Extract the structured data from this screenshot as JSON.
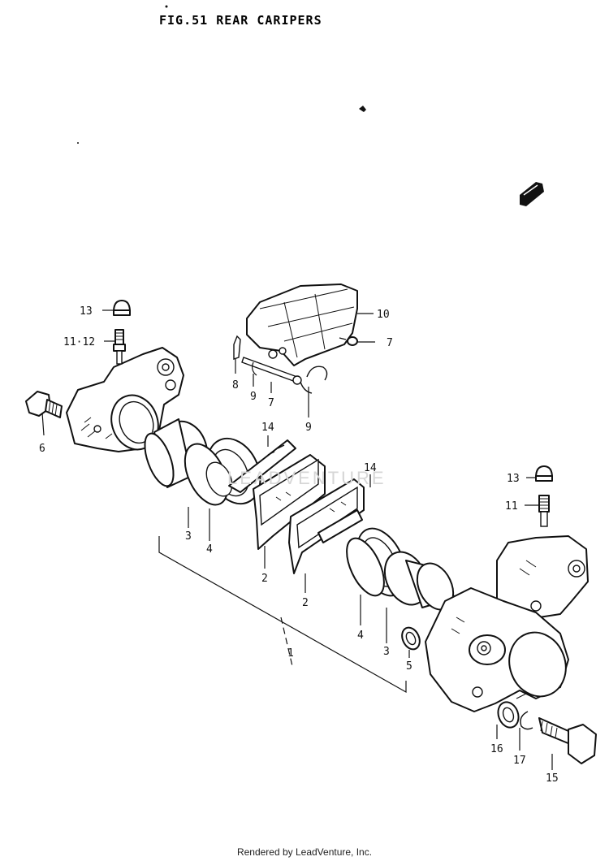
{
  "figure": {
    "title": "FIG.51  REAR CARIPERS"
  },
  "callouts": [
    {
      "id": "13a",
      "label": "13"
    },
    {
      "id": "1112",
      "label": "11·12"
    },
    {
      "id": "6",
      "label": "6"
    },
    {
      "id": "10",
      "label": "10"
    },
    {
      "id": "7a",
      "label": "7"
    },
    {
      "id": "8",
      "label": "8"
    },
    {
      "id": "9a",
      "label": "9"
    },
    {
      "id": "7b",
      "label": "7"
    },
    {
      "id": "9b",
      "label": "9"
    },
    {
      "id": "14a",
      "label": "14"
    },
    {
      "id": "14b",
      "label": "14"
    },
    {
      "id": "3a",
      "label": "3"
    },
    {
      "id": "4a",
      "label": "4"
    },
    {
      "id": "2a",
      "label": "2"
    },
    {
      "id": "2b",
      "label": "2"
    },
    {
      "id": "13b",
      "label": "13"
    },
    {
      "id": "11",
      "label": "11"
    },
    {
      "id": "4b",
      "label": "4"
    },
    {
      "id": "3b",
      "label": "3"
    },
    {
      "id": "5",
      "label": "5"
    },
    {
      "id": "1",
      "label": "1"
    },
    {
      "id": "16",
      "label": "16"
    },
    {
      "id": "17",
      "label": "17"
    },
    {
      "id": "15",
      "label": "15"
    }
  ],
  "watermark": "LEADVENTURE",
  "footer": {
    "credit": "Rendered by LeadVenture, Inc."
  }
}
